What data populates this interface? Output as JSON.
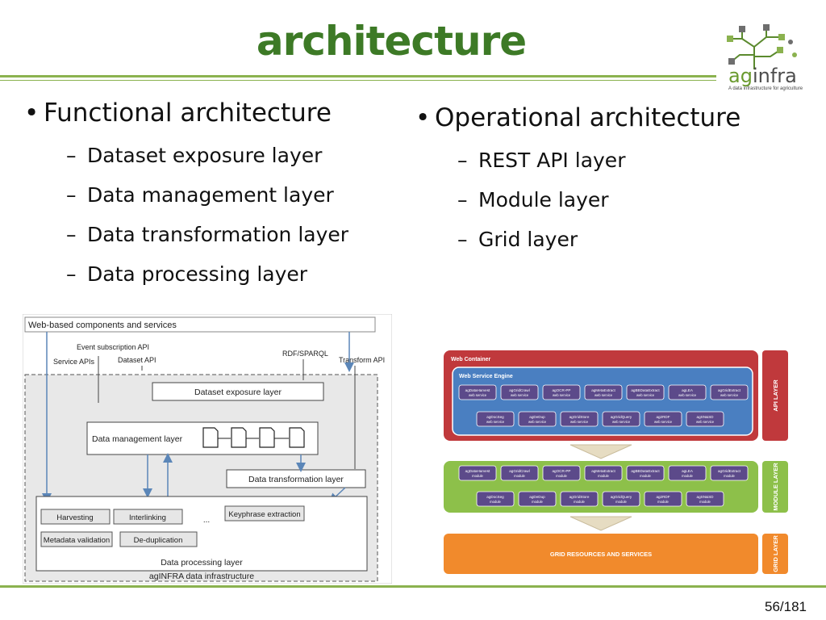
{
  "slide": {
    "title": "architecture",
    "page_number": "56/181"
  },
  "logo": {
    "name": "agINFRA",
    "name_prefix": "ag",
    "name_suffix": "infra",
    "tagline": "A data infrastructure for agriculture"
  },
  "left_column": {
    "heading": "Functional architecture",
    "items": [
      "Dataset exposure layer",
      "Data management layer",
      "Data transformation layer",
      "Data processing layer"
    ]
  },
  "right_column": {
    "heading": "Operational architecture",
    "items": [
      "REST API layer",
      "Module layer",
      "Grid layer"
    ]
  },
  "functional_diagram": {
    "top_bar": "Web-based components and services",
    "apis": [
      "Event subscription API",
      "Service APIs",
      "Dataset API",
      "RDF/SPARQL",
      "Transform API"
    ],
    "exposure": "Dataset exposure layer",
    "management": "Data management layer",
    "transformation": "Data transformation layer",
    "processing": "Data processing layer",
    "infrastructure": "agINFRA data infrastructure",
    "modules": [
      "Harvesting",
      "Interlinking",
      "...",
      "Keyphrase extraction",
      "Metadata validation",
      "De-duplication"
    ]
  },
  "operational_diagram": {
    "web_container": "Web Container",
    "web_service_engine": "Web Service Engine",
    "api_layer_label": "API LAYER",
    "module_layer_label": "MODULE LAYER",
    "grid_layer_label": "GRID LAYER",
    "grid_text": "GRID RESOURCES AND SERVICES",
    "ws_row1": [
      "agDataHarvest",
      "agGridCrawl",
      "agOCR-PP",
      "agMetaExtract",
      "agBBDataExtract",
      "agLEA",
      "agGridExtract"
    ],
    "ws_row2": [
      "agDocSeg",
      "agDeDup",
      "agGridStore",
      "agGridQuery",
      "ag2RDF",
      "agSN&SD"
    ],
    "ws_suffix": "web service",
    "mod_suffix": "module"
  },
  "colors": {
    "title_green": "#3d7a26",
    "rule_green": "#8bb24f",
    "api_red": "#c0393c",
    "engine_blue": "#4a7fc1",
    "module_green": "#8dc04a",
    "grid_orange": "#f18a2c",
    "service_purple": "#5c4a8a"
  }
}
